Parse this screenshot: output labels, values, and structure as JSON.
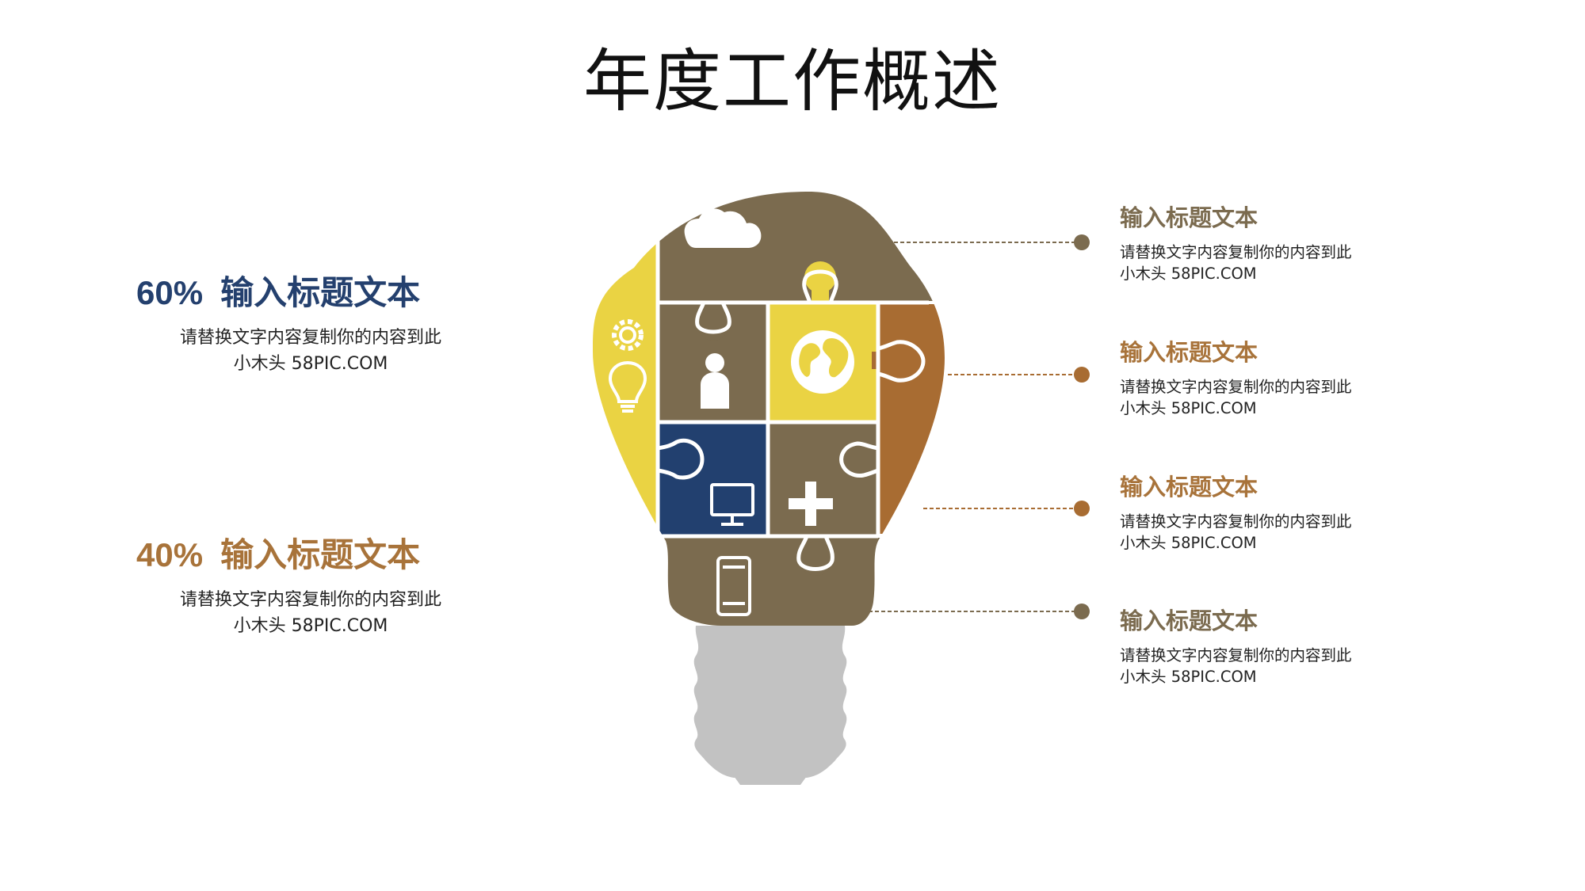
{
  "title": "年度工作概述",
  "colors": {
    "brown": "#7b6b4f",
    "yellow": "#ead343",
    "orange": "#a86c32",
    "navy": "#22406f",
    "gray": "#c2c2c2",
    "pct60": "#24406e",
    "pct40": "#a8733a"
  },
  "left_items": [
    {
      "percent": "60%",
      "heading": "输入标题文本",
      "line1": "请替换文字内容复制你的内容到此",
      "line2": "小木头 58PIC.COM"
    },
    {
      "percent": "40%",
      "heading": "输入标题文本",
      "line1": "请替换文字内容复制你的内容到此",
      "line2": "小木头 58PIC.COM"
    }
  ],
  "right_items": [
    {
      "heading": "输入标题文本",
      "line1": "请替换文字内容复制你的内容到此",
      "line2": "小木头 58PIC.COM"
    },
    {
      "heading": "输入标题文本",
      "line1": "请替换文字内容复制你的内容到此",
      "line2": "小木头 58PIC.COM"
    },
    {
      "heading": "输入标题文本",
      "line1": "请替换文字内容复制你的内容到此",
      "line2": "小木头 58PIC.COM"
    },
    {
      "heading": "输入标题文本",
      "line1": "请替换文字内容复制你的内容到此",
      "line2": "小木头 58PIC.COM"
    }
  ],
  "icons": [
    "cloud-icon",
    "gear-icon",
    "lightbulb-icon",
    "person-icon",
    "globe-icon",
    "monitor-icon",
    "plus-icon",
    "smartphone-icon"
  ]
}
